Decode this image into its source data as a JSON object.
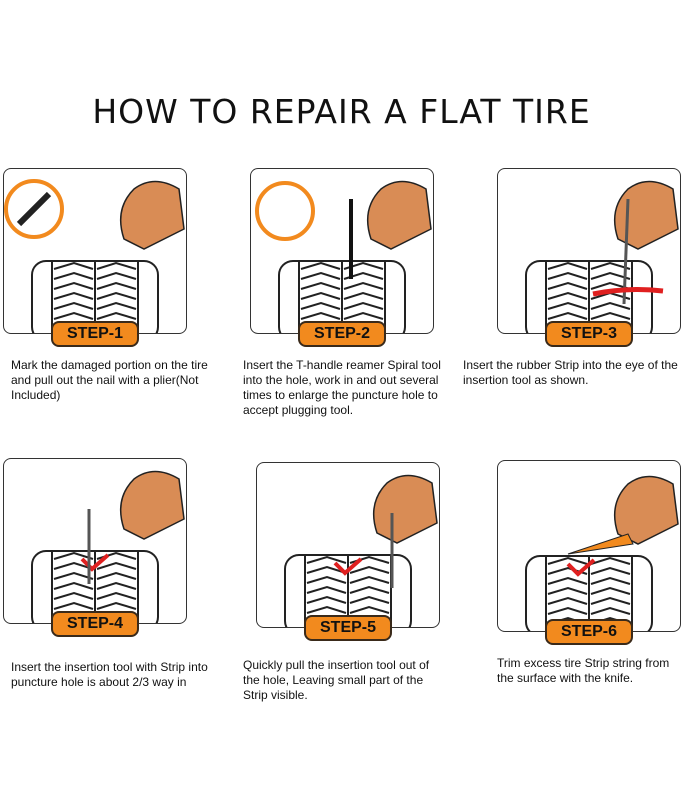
{
  "title": "HOW TO REPAIR A FLAT TIRE",
  "steps": [
    {
      "label": "STEP-1",
      "text": "Mark the damaged portion on the tire and pull out the nail with a plier(Not Included)"
    },
    {
      "label": "STEP-2",
      "text": "Insert the T-handle reamer Spiral tool into the hole, work in and out several times to enlarge the puncture hole to accept plugging tool."
    },
    {
      "label": "STEP-3",
      "text": "Insert the rubber Strip into the eye of the insertion tool as shown."
    },
    {
      "label": "STEP-4",
      "text": "Insert the insertion tool with Strip into puncture hole is about 2/3 way in"
    },
    {
      "label": "STEP-5",
      "text": "Quickly pull the insertion tool out of the hole, Leaving small part of the Strip visible."
    },
    {
      "label": "STEP-6",
      "text": "Trim excess tire Strip string from the surface with the knife."
    }
  ],
  "colors": {
    "accent": "#f28a1e",
    "skin": "#d98c55",
    "mark": "#e02020"
  }
}
